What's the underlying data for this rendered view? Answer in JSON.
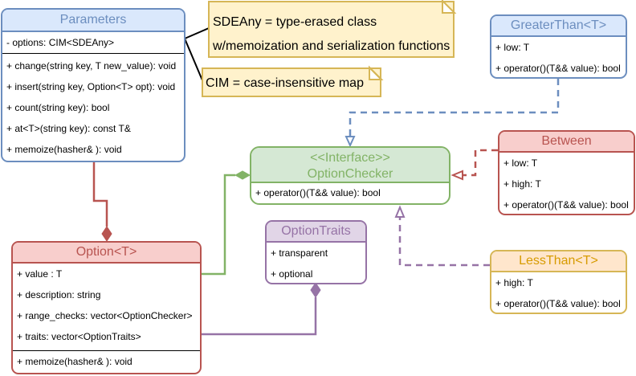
{
  "parameters": {
    "title": "Parameters",
    "fields": [
      "- options: CIM<SDEAny>"
    ],
    "methods": [
      "+ change(string key, T new_value): void",
      "+ insert(string key, Option<T> opt): void",
      "+ count(string key): bool",
      "+ at<T>(string key): const T&",
      "+ memoize(hasher& ):  void"
    ]
  },
  "notes": {
    "sdeany_line1": "SDEAny = type-erased class",
    "sdeany_line2": "w/memoization and serialization functions",
    "cim": "CIM = case-insensitive map"
  },
  "greater_than": {
    "title": "GreaterThan<T>",
    "rows": [
      "+ low: T",
      "+ operator()(T&& value): bool"
    ]
  },
  "option_checker": {
    "stereotype": "<<Interface>>",
    "title": "OptionChecker",
    "rows": [
      "+ operator()(T&& value): bool"
    ]
  },
  "between": {
    "title": "Between",
    "rows": [
      "+ low: T",
      "+ high: T",
      "+ operator()(T&& value): bool"
    ]
  },
  "option_traits": {
    "title": "OptionTraits",
    "rows": [
      "+ transparent",
      "+ optional"
    ]
  },
  "less_than": {
    "title": "LessThan<T>",
    "rows": [
      "+ high: T",
      "+ operator()(T&& value): bool"
    ]
  },
  "option": {
    "title": "Option<T>",
    "fields": [
      "+ value : T",
      "+ description: string",
      "+ range_checks: vector<OptionChecker>",
      "+ traits: vector<OptionTraits>"
    ],
    "methods": [
      "+ memoize(hasher& ):  void"
    ]
  },
  "colors": {
    "blue_stroke": "#6c8ebf",
    "blue_fill": "#dae8fc",
    "green_stroke": "#82b366",
    "green_fill": "#d5e8d4",
    "red_stroke": "#b85450",
    "red_fill": "#f8cecc",
    "purple_stroke": "#9673a6",
    "purple_fill": "#e1d5e7",
    "orange_stroke": "#d6b656",
    "orange_fill": "#ffe6cc",
    "note_fill": "#fff2cc"
  }
}
